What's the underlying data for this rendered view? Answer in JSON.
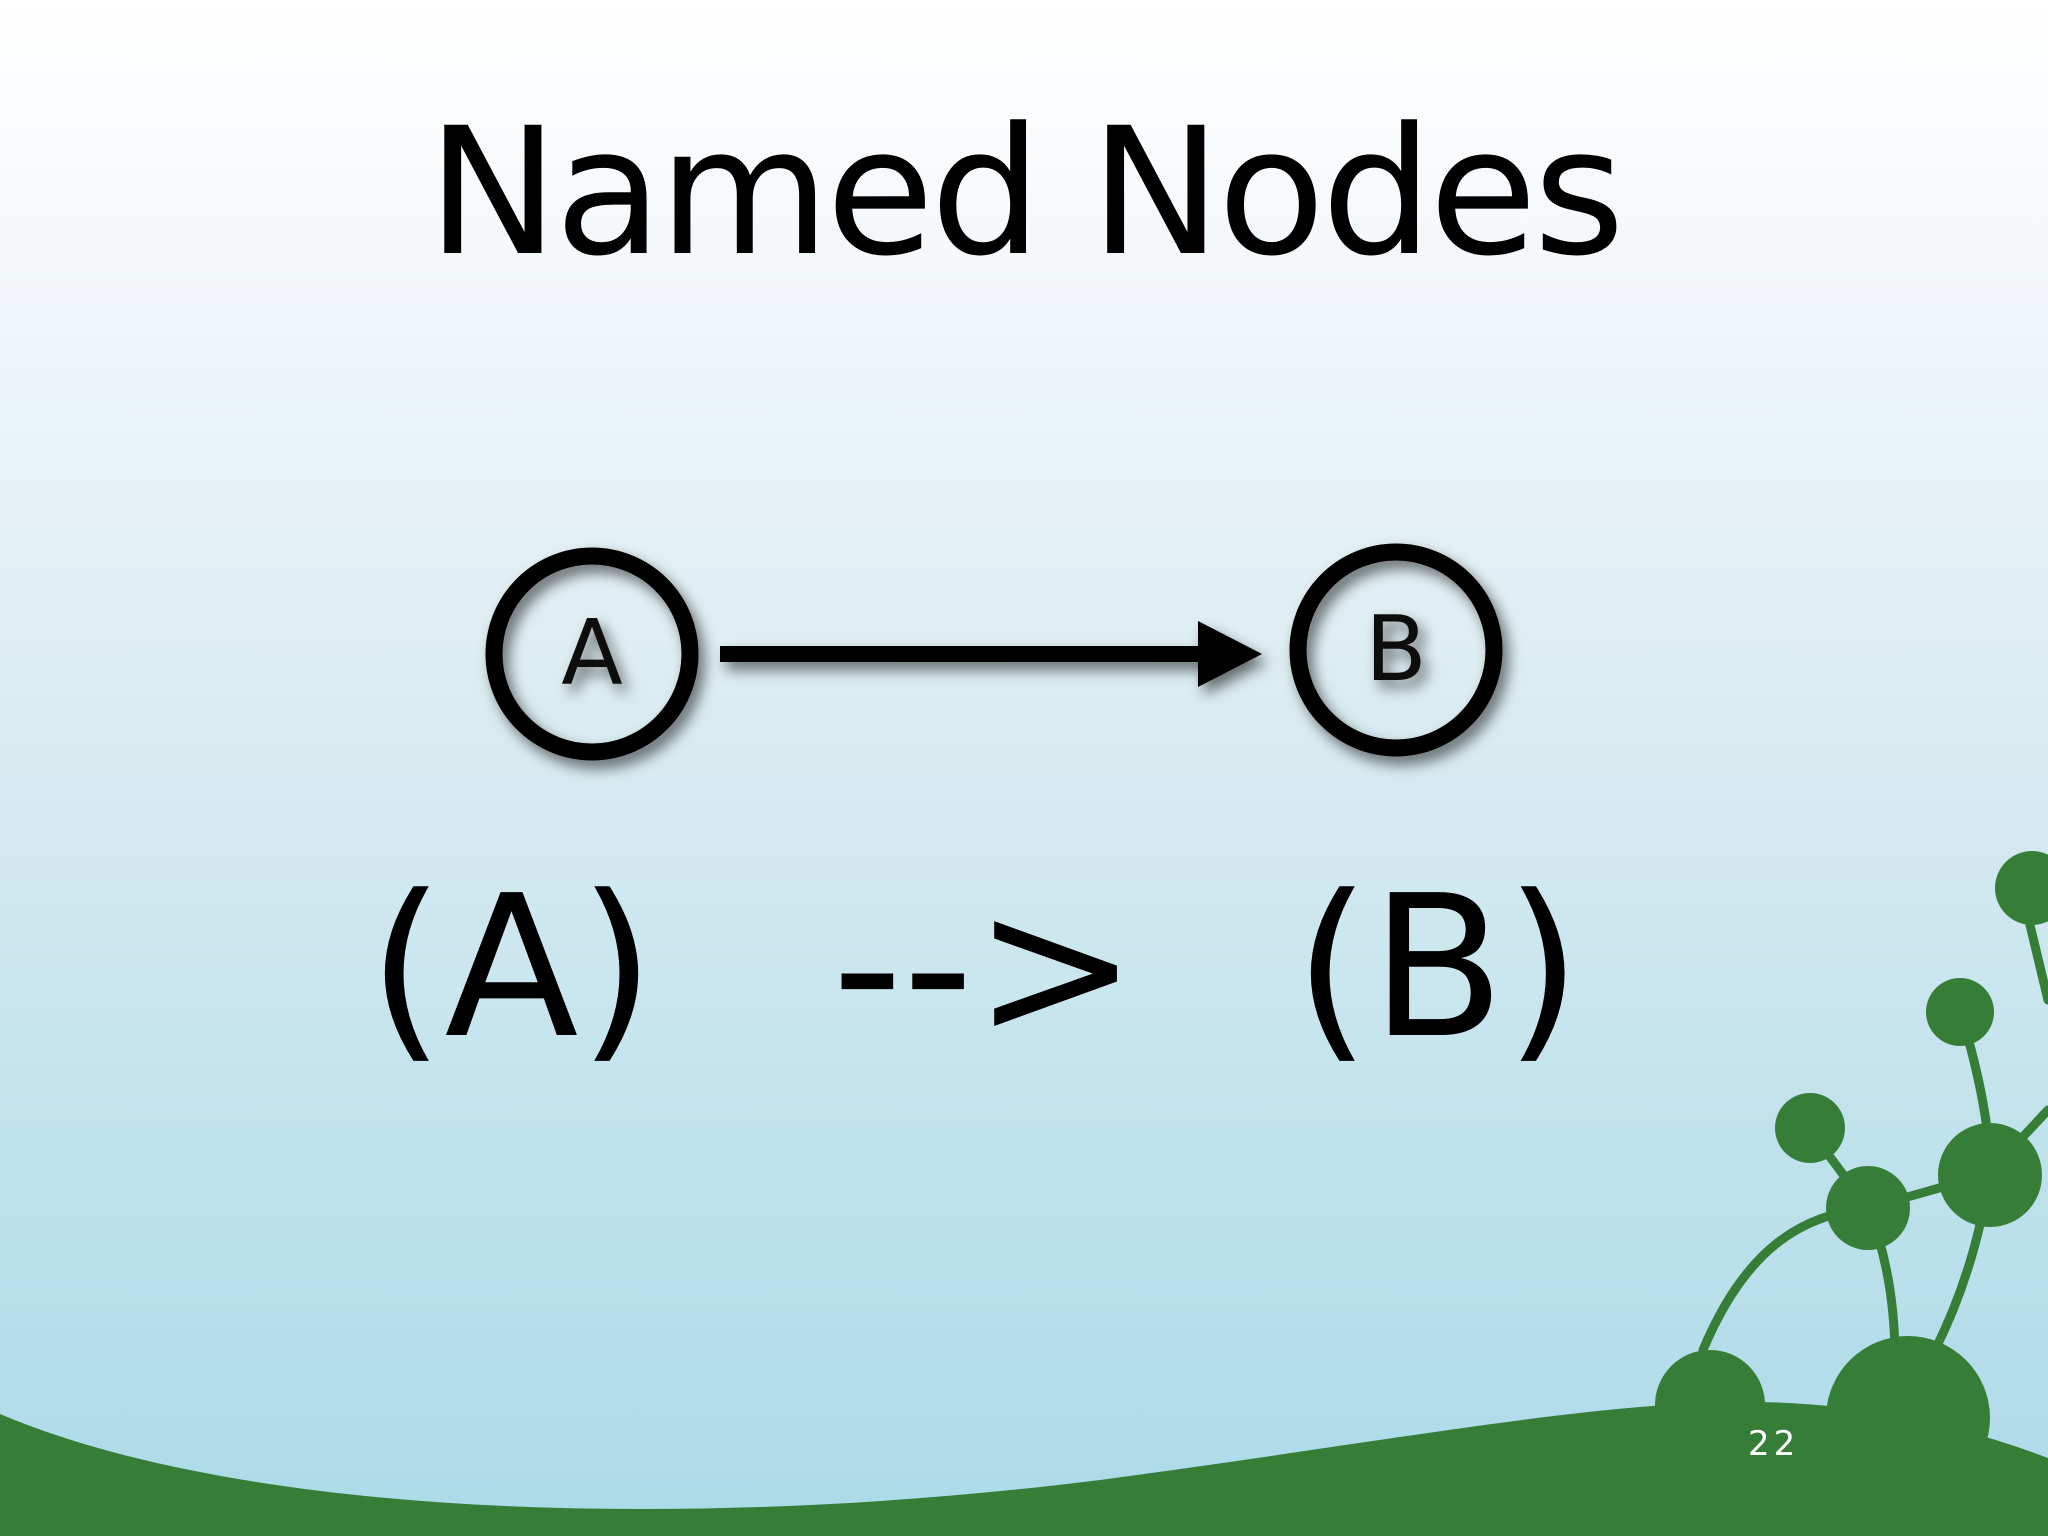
{
  "slide": {
    "title": "Named Nodes",
    "page_number": "22"
  },
  "diagram": {
    "nodes": [
      {
        "id": "A",
        "label": "A"
      },
      {
        "id": "B",
        "label": "B"
      }
    ],
    "edges": [
      {
        "from": "A",
        "to": "B"
      }
    ]
  },
  "code": {
    "node_a": "(A)",
    "arrow": "-->",
    "node_b": "(B)"
  },
  "colors": {
    "hill_green": "#367e38",
    "node_stroke": "#000000"
  }
}
